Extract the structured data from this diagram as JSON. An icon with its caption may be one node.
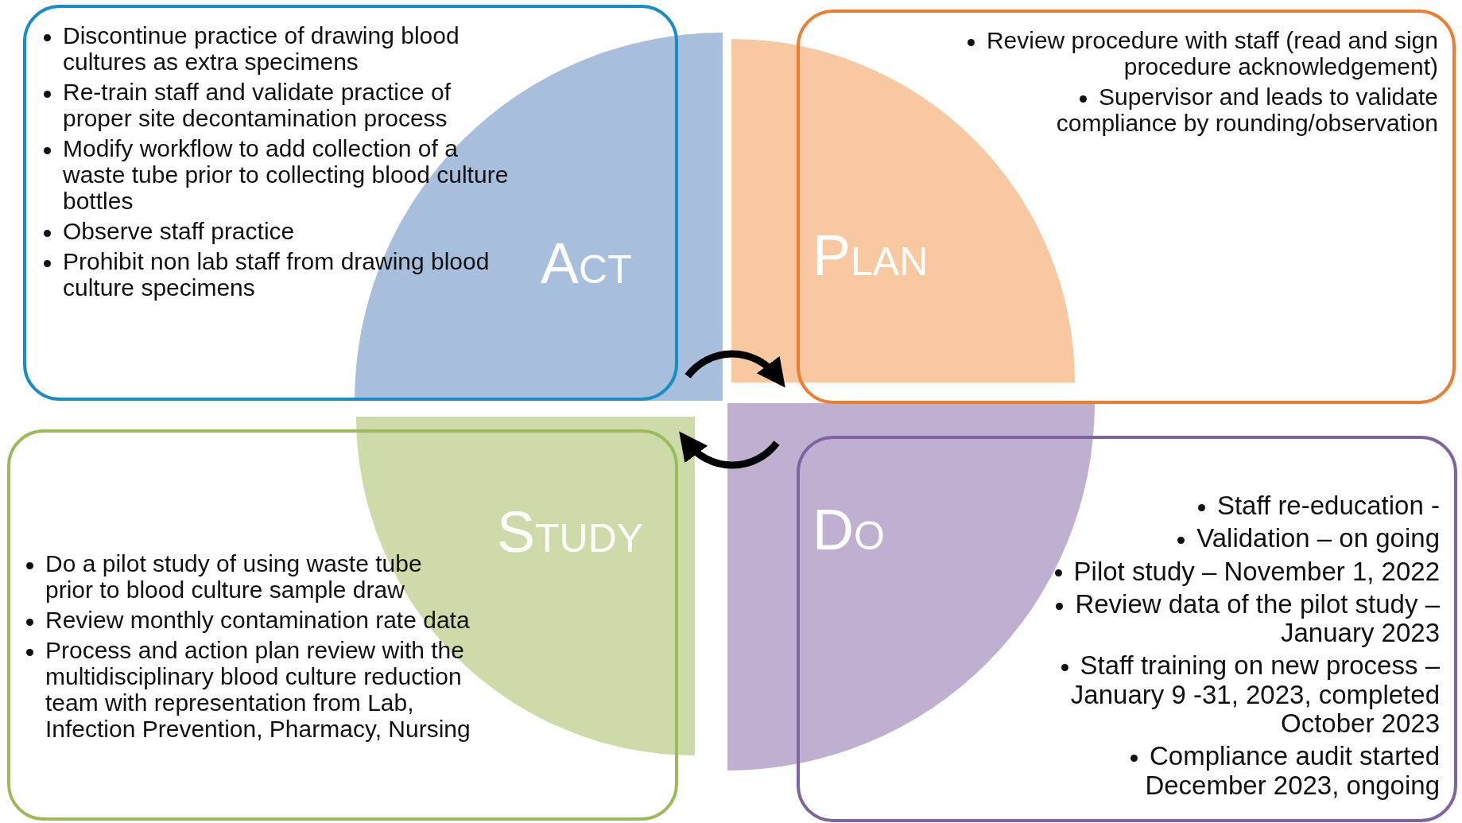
{
  "diagram": {
    "nodes": [
      {
        "text": [
          "Discontinue practice of drawing blood cultures as extra specimens",
          "Re-train staff and validate practice of proper site decontamination process",
          "Modify workflow to add collection of a waste tube prior to collecting blood culture bottles",
          "Observe staff practice",
          "Prohibit non lab staff from drawing blood culture specimens"
        ]
      },
      {
        "text": [
          "Act"
        ]
      },
      {
        "text": [
          "Review procedure with staff (read and sign procedure acknowledgement)",
          "Supervisor and leads to validate compliance by rounding/observation"
        ]
      },
      {
        "text": [
          "Plan"
        ]
      },
      {
        "text": [
          "Study"
        ]
      },
      {
        "text": [
          "Do a pilot study of using waste tube prior to blood culture sample draw",
          "Review monthly contamination rate data",
          "Process and action plan review with the multidisciplinary blood culture reduction team with representation from Lab, Infection Prevention, Pharmacy, Nursing"
        ]
      },
      {
        "text": [
          "Do"
        ]
      },
      {
        "text": [
          "Staff re-education -",
          "Validation – on going",
          "Pilot study – November 1, 2022",
          "Review data of the pilot study – January 2023",
          "Staff training on new process – January 9 -31, 2023, completed October 2023",
          "Compliance audit started December 2023, ongoing"
        ]
      }
    ],
    "edges": [
      {
        "from": 1,
        "to": 3,
        "arrow": "to"
      },
      {
        "from": 6,
        "to": 4,
        "arrow": "to"
      }
    ]
  }
}
